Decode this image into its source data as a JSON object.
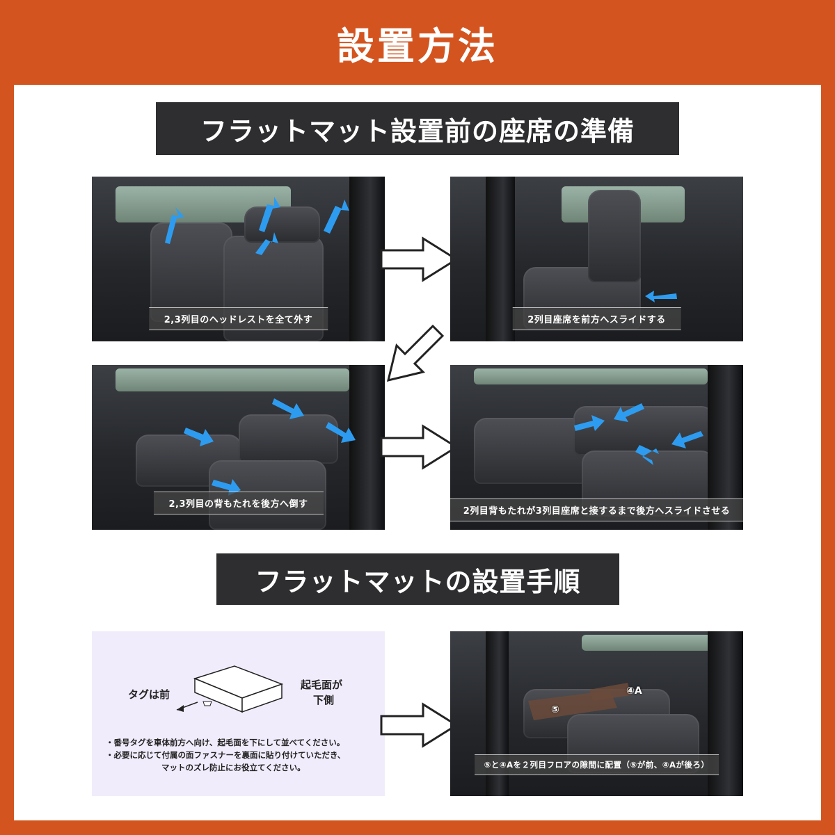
{
  "title": "設置方法",
  "colors": {
    "brand": "#d4541f",
    "heading_bg": "#2e2e30",
    "arrow_blue": "#2d9cf0",
    "diagram_bg": "#f1ecfb"
  },
  "section1": {
    "heading": "フラットマット設置前の座席の準備",
    "steps": [
      {
        "caption": "2,3列目のヘッドレストを全て外す"
      },
      {
        "caption": "2列目座席を前方へスライドする"
      },
      {
        "caption": "2,3列目の背もたれを後方へ倒す"
      },
      {
        "caption": "2列目背もたれが3列目座席と接するまで後方へスライドさせる"
      }
    ]
  },
  "section2": {
    "heading": "フラットマットの設置手順",
    "diagram": {
      "tag_label": "タグは前",
      "nap_label_1": "起毛面が",
      "nap_label_2": "下側",
      "notes": [
        "・番号タグを車体前方へ向け、起毛面を下にして並べてください。",
        "・必要に応じて付属の面ファスナーを裏面に貼り付けていただき、",
        "マットのズレ防止にお役立てください。"
      ]
    },
    "photo": {
      "label_front": "⑤",
      "label_rear": "④A",
      "caption": "⑤と④Aを２列目フロアの隙間に配置（⑤が前、④Aが後ろ）"
    }
  }
}
